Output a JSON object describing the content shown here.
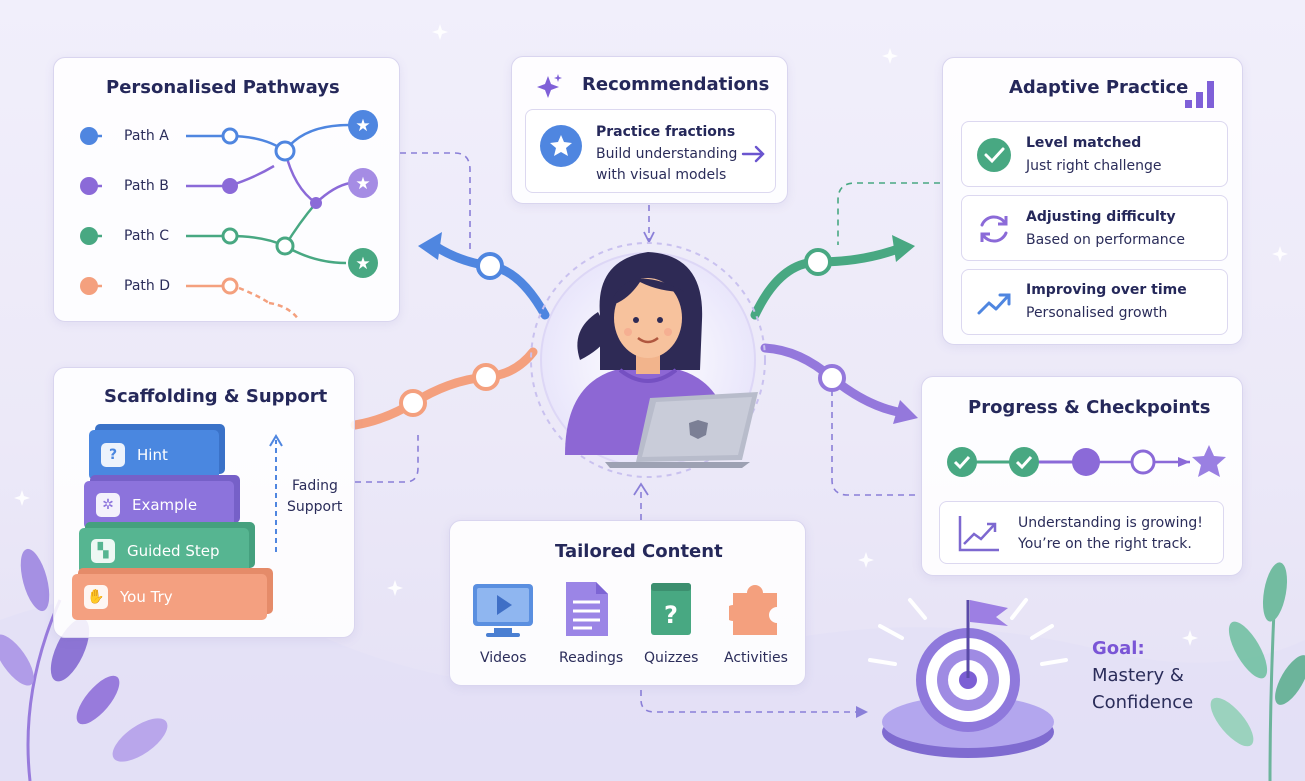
{
  "pathways": {
    "title": "Personalised Pathways",
    "paths": [
      {
        "label": "Path A",
        "color": "#4f86e0"
      },
      {
        "label": "Path B",
        "color": "#8b6ad8"
      },
      {
        "label": "Path C",
        "color": "#48a882"
      },
      {
        "label": "Path D",
        "color": "#f4a07e"
      }
    ]
  },
  "recommendations": {
    "title": "Recommendations",
    "item_title": "Practice fractions",
    "item_line1": "Build understanding",
    "item_line2": "with visual models"
  },
  "adaptive": {
    "title": "Adaptive Practice",
    "items": [
      {
        "title": "Level matched",
        "desc": "Just right challenge",
        "icon": "check-circle-icon"
      },
      {
        "title": "Adjusting difficulty",
        "desc": "Based on performance",
        "icon": "refresh-icon"
      },
      {
        "title": "Improving over time",
        "desc": "Personalised growth",
        "icon": "trend-up-icon"
      }
    ]
  },
  "scaffolding": {
    "title": "Scaffolding & Support",
    "blocks": [
      {
        "label": "Hint",
        "icon": "question-icon",
        "color": "#4a87e0"
      },
      {
        "label": "Example",
        "icon": "puzzle-icon",
        "color": "#8c73dc"
      },
      {
        "label": "Guided Step",
        "icon": "grid-icon",
        "color": "#56b591"
      },
      {
        "label": "You Try",
        "icon": "hand-icon",
        "color": "#f4a080"
      }
    ],
    "fading_line1": "Fading",
    "fading_line2": "Support"
  },
  "progress": {
    "title": "Progress & Checkpoints",
    "message_line1": "Understanding is growing!",
    "message_line2": "You’re on the right track."
  },
  "content": {
    "title": "Tailored Content",
    "items": [
      {
        "label": "Videos",
        "icon": "video-icon"
      },
      {
        "label": "Readings",
        "icon": "document-icon"
      },
      {
        "label": "Quizzes",
        "icon": "quiz-icon"
      },
      {
        "label": "Activities",
        "icon": "puzzle-piece-icon"
      }
    ]
  },
  "goal": {
    "label": "Goal:",
    "line1": "Mastery &",
    "line2": "Confidence"
  },
  "colors": {
    "blue": "#4f86e0",
    "purple": "#8b6ad8",
    "green": "#48a882",
    "peach": "#f4a07e",
    "navy": "#25285a"
  }
}
